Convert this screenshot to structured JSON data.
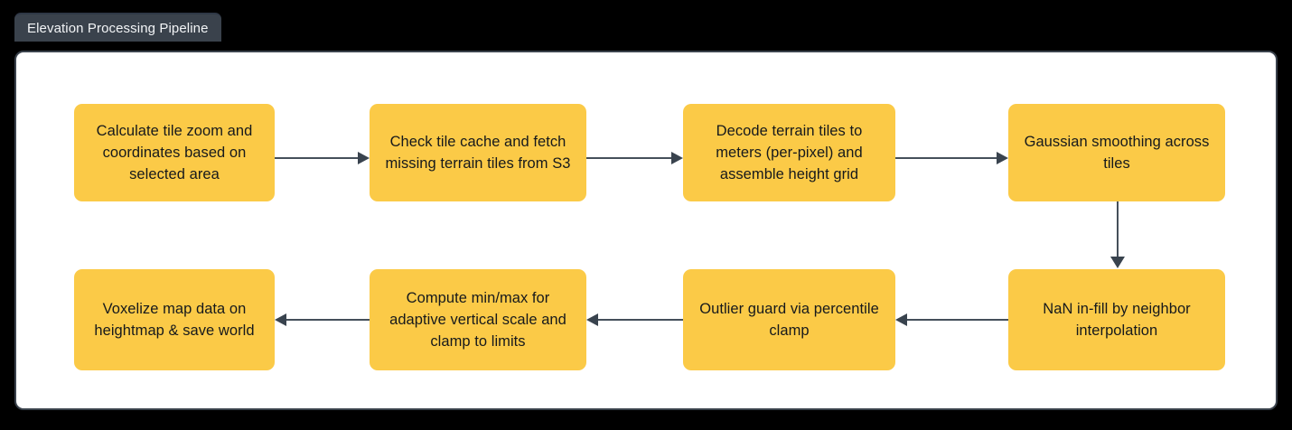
{
  "diagram": {
    "title": "Elevation Processing Pipeline",
    "node_fill_color": "#fbca47",
    "node_text_color": "#16191c",
    "edge_color": "#454f5a",
    "panel_background": "#ffffff",
    "page_background": "#000000",
    "title_tab_color": "#3a424c",
    "nodes": [
      {
        "id": "n1",
        "label": "Calculate tile zoom and\ncoordinates based on\nselected area"
      },
      {
        "id": "n2",
        "label": "Check tile cache and fetch\nmissing terrain tiles from S3"
      },
      {
        "id": "n3",
        "label": "Decode terrain tiles to\nmeters (per-pixel) and\nassemble height grid"
      },
      {
        "id": "n4",
        "label": "Gaussian smoothing across\ntiles"
      },
      {
        "id": "n5",
        "label": "NaN in-fill by neighbor\ninterpolation"
      },
      {
        "id": "n6",
        "label": "Outlier guard via percentile\nclamp"
      },
      {
        "id": "n7",
        "label": "Compute min/max for\nadaptive vertical scale and\nclamp to limits"
      },
      {
        "id": "n8",
        "label": "Voxelize map data on\nheightmap & save world"
      }
    ],
    "edges": [
      {
        "from": "n1",
        "to": "n2",
        "direction": "right"
      },
      {
        "from": "n2",
        "to": "n3",
        "direction": "right"
      },
      {
        "from": "n3",
        "to": "n4",
        "direction": "right"
      },
      {
        "from": "n4",
        "to": "n5",
        "direction": "down"
      },
      {
        "from": "n5",
        "to": "n6",
        "direction": "left"
      },
      {
        "from": "n6",
        "to": "n7",
        "direction": "left"
      },
      {
        "from": "n7",
        "to": "n8",
        "direction": "left"
      }
    ]
  }
}
